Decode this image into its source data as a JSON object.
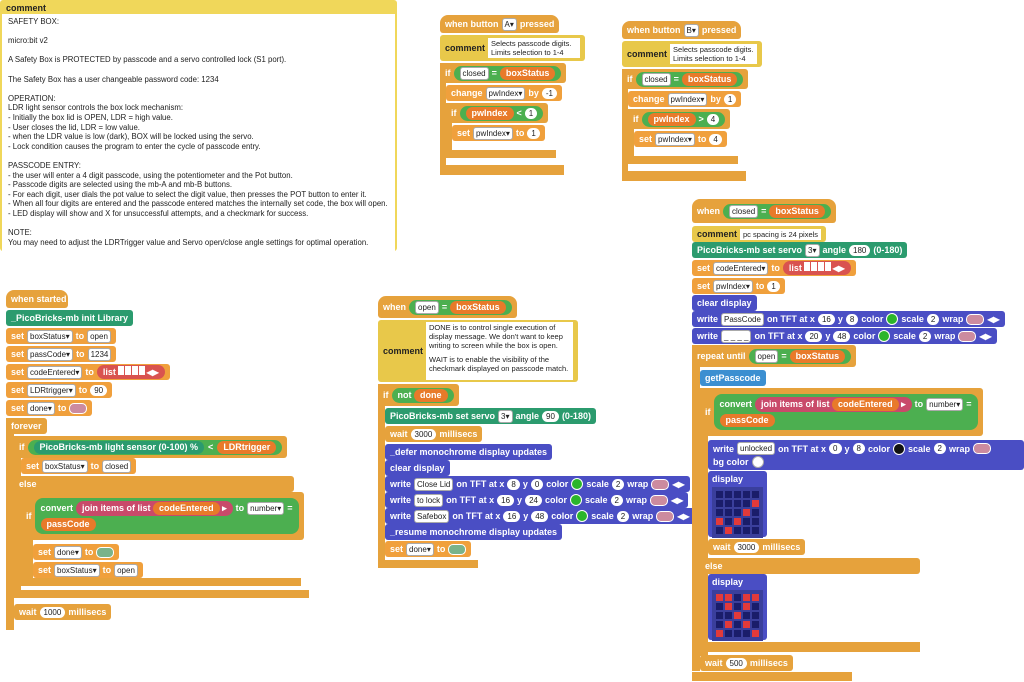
{
  "comment_panel": {
    "title": "comment",
    "lines": [
      "SAFETY BOX:",
      "",
      "micro:bit  v2",
      "",
      "A Safety Box is PROTECTED by passcode and a servo controlled lock (S1 port).",
      "",
      "The Safety Box has a user changeable password code: 1234",
      "",
      "OPERATION:",
      "LDR light sensor controls the box lock mechanism:",
      "- Initially the box lid is OPEN, LDR = high value.",
      "- User closes the lid, LDR = low value.",
      "- when the LDR value is low (dark), BOX will be locked using the servo.",
      "- Lock condition causes the program to enter the cycle of passcode entry.",
      "",
      "PASSCODE ENTRY:",
      "- the user will enter a 4 digit passcode, using the potentiometer and the Pot button.",
      "- Passcode digits are selected using the mb-A and mb-B buttons.",
      "- For each digit, user dials the pot value to select the digit value, then presses the POT button to enter it.",
      "- When all four digits are entered and the passcode entered matches the internally set code, the box will open.",
      "- LED display will show and X for unsuccessful attempts, and a checkmark for success.",
      "",
      "NOTE:",
      "You may need to adjust the LDRTrigger value and Servo open/close angle settings for optimal operation."
    ]
  },
  "colors": {
    "control": "#e6a23c",
    "pico": "#2b9b6e",
    "lib": "#4a4ec4",
    "ops": "#5cb53c",
    "list": "#d9534f",
    "comment": "#e8c84a"
  },
  "button_a": {
    "hat": "when button",
    "btn": "A",
    "pressed": "pressed",
    "comment_label": "comment",
    "comment_text": "Selects passcode digits. Limits selection to 1-4",
    "if": "if",
    "closed": "closed",
    "eq": "=",
    "boxStatus": "boxStatus",
    "change": "change",
    "var": "pwIndex",
    "by": "by",
    "delta": "-1",
    "cmp": "<",
    "limit": "1",
    "set": "set",
    "to": "to",
    "setval": "1"
  },
  "button_b": {
    "hat": "when button",
    "btn": "B",
    "pressed": "pressed",
    "comment_label": "comment",
    "comment_text": "Selects passcode digits. Limits selection to 1-4",
    "if": "if",
    "closed": "closed",
    "eq": "=",
    "boxStatus": "boxStatus",
    "change": "change",
    "var": "pwIndex",
    "by": "by",
    "delta": "1",
    "cmp": ">",
    "limit": "4",
    "set": "set",
    "to": "to",
    "setval": "4"
  },
  "started": {
    "hat": "when started",
    "init": "_PicoBricks-mb init Library",
    "sets": [
      {
        "var": "boxStatus",
        "val": "open"
      },
      {
        "var": "passCode",
        "val": "1234"
      },
      {
        "var": "codeEntered",
        "val": "list"
      },
      {
        "var": "LDRtrigger",
        "val": "90"
      },
      {
        "var": "done",
        "val": ""
      }
    ],
    "set": "set",
    "to": "to",
    "forever": "forever",
    "if": "if",
    "else": "else",
    "sensor": "PicoBricks-mb light sensor (0-100) %",
    "lt": "<",
    "ldr": "LDRtrigger",
    "set_closed_var": "boxStatus",
    "set_closed_val": "closed",
    "convert": "convert",
    "join": "join items of list",
    "codeEntered": "codeEntered",
    "to_number": "to",
    "number": "number",
    "eq": "=",
    "passCode": "passCode",
    "set_done": "done",
    "set_open_var": "boxStatus",
    "set_open_val": "open",
    "wait": "wait",
    "wait_val": "1000",
    "millisecs": "millisecs"
  },
  "open_script": {
    "hat": "when",
    "open": "open",
    "eq": "=",
    "boxStatus": "boxStatus",
    "comment_label": "comment",
    "comment_text1": "DONE is to control single execution of display message. We don't want to keep writing to screen while the box is open.",
    "comment_text2": "WAIT is to enable the visibility of the checkmark displayed on passcode match.",
    "if": "if",
    "not": "not",
    "done": "done",
    "servo": "PicoBricks-mb set servo",
    "servo_n": "3",
    "angle": "angle",
    "angle_val": "90",
    "range": "(0-180)",
    "wait": "wait",
    "wait_val": "3000",
    "millisecs": "millisecs",
    "defer": "_defer monochrome display updates",
    "clear": "clear display",
    "writes": [
      {
        "verb": "write",
        "text": "Close Lid",
        "x": "8",
        "y": "0"
      },
      {
        "verb": "write",
        "text": "to lock",
        "x": "16",
        "y": "24"
      },
      {
        "verb": "write",
        "text": "Safebox",
        "x": "16",
        "y": "48"
      }
    ],
    "on_tft": "on TFT at x",
    "y": "y",
    "color": "color",
    "scale": "scale",
    "scale_val": "2",
    "wrap": "wrap",
    "resume": "_resume monochrome display updates",
    "set": "set",
    "set_var": "done",
    "to": "to"
  },
  "closed_script": {
    "hat": "when",
    "closed": "closed",
    "eq": "=",
    "boxStatus": "boxStatus",
    "comment_label": "comment",
    "comment_text": "pc spacing is 24 pixels",
    "servo": "PicoBricks-mb set servo",
    "servo_n": "3",
    "angle": "angle",
    "angle_val": "180",
    "range": "(0-180)",
    "set": "set",
    "to": "to",
    "set1_var": "codeEntered",
    "list": "list",
    "set2_var": "pwIndex",
    "set2_val": "1",
    "clear": "clear display",
    "write": "write",
    "w1_text": "PassCode",
    "w1_x": "16",
    "w1_y": "8",
    "w2_text": "_ _ _ _",
    "w2_x": "20",
    "w2_y": "48",
    "on_tft": "on TFT at x",
    "y": "y",
    "color": "color",
    "scale": "scale",
    "scale_val": "2",
    "wrap": "wrap",
    "repeat": "repeat until",
    "open": "open",
    "getPasscode": "getPasscode",
    "if": "if",
    "else": "else",
    "convert": "convert",
    "join": "join items of list",
    "codeEntered": "codeEntered",
    "to_number": "to",
    "number": "number",
    "passCode": "passCode",
    "w3_text": "unlocked",
    "w3_x": "0",
    "w3_y": "8",
    "bg": "bg color",
    "display": "display",
    "wait": "wait",
    "wait_val": "3000",
    "wait2_val": "500",
    "millisecs": "millisecs"
  }
}
